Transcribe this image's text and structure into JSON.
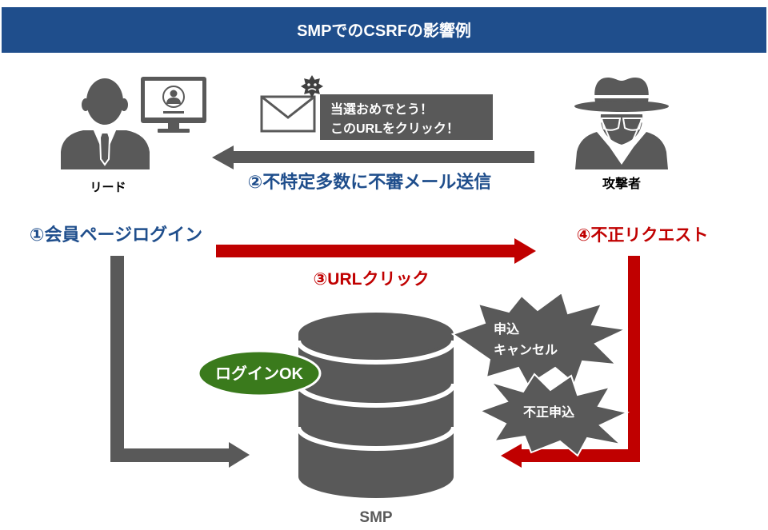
{
  "header": {
    "title": "SMPでのCSRFの影響例"
  },
  "lead": {
    "label": "リード",
    "icon": "businessman-icon",
    "device_icon": "monitor-user-icon"
  },
  "attacker": {
    "label": "攻撃者",
    "icon": "hacker-icon"
  },
  "phishing_mail": {
    "icon": "envelope-icon",
    "badge_icon": "virus-icon",
    "lines": [
      "当選おめでとう！",
      "このURLをクリック！"
    ]
  },
  "steps": {
    "login": "①会員ページログイン",
    "send_mail": "②不特定多数に不審メール送信",
    "click_url": "③URLクリック",
    "fraud_request": "④不正リクエスト"
  },
  "smp": {
    "label": "SMP",
    "icon": "database-icon",
    "login_status": "ログインOK"
  },
  "impacts": [
    {
      "lines": [
        "申込",
        "キャンセル"
      ]
    },
    {
      "lines": [
        "不正申込"
      ]
    }
  ],
  "colors": {
    "header_bg": "#1f4e8c",
    "blue_text": "#1f4e8c",
    "red": "#c00000",
    "grey": "#595959",
    "green": "#3a7a1c"
  }
}
